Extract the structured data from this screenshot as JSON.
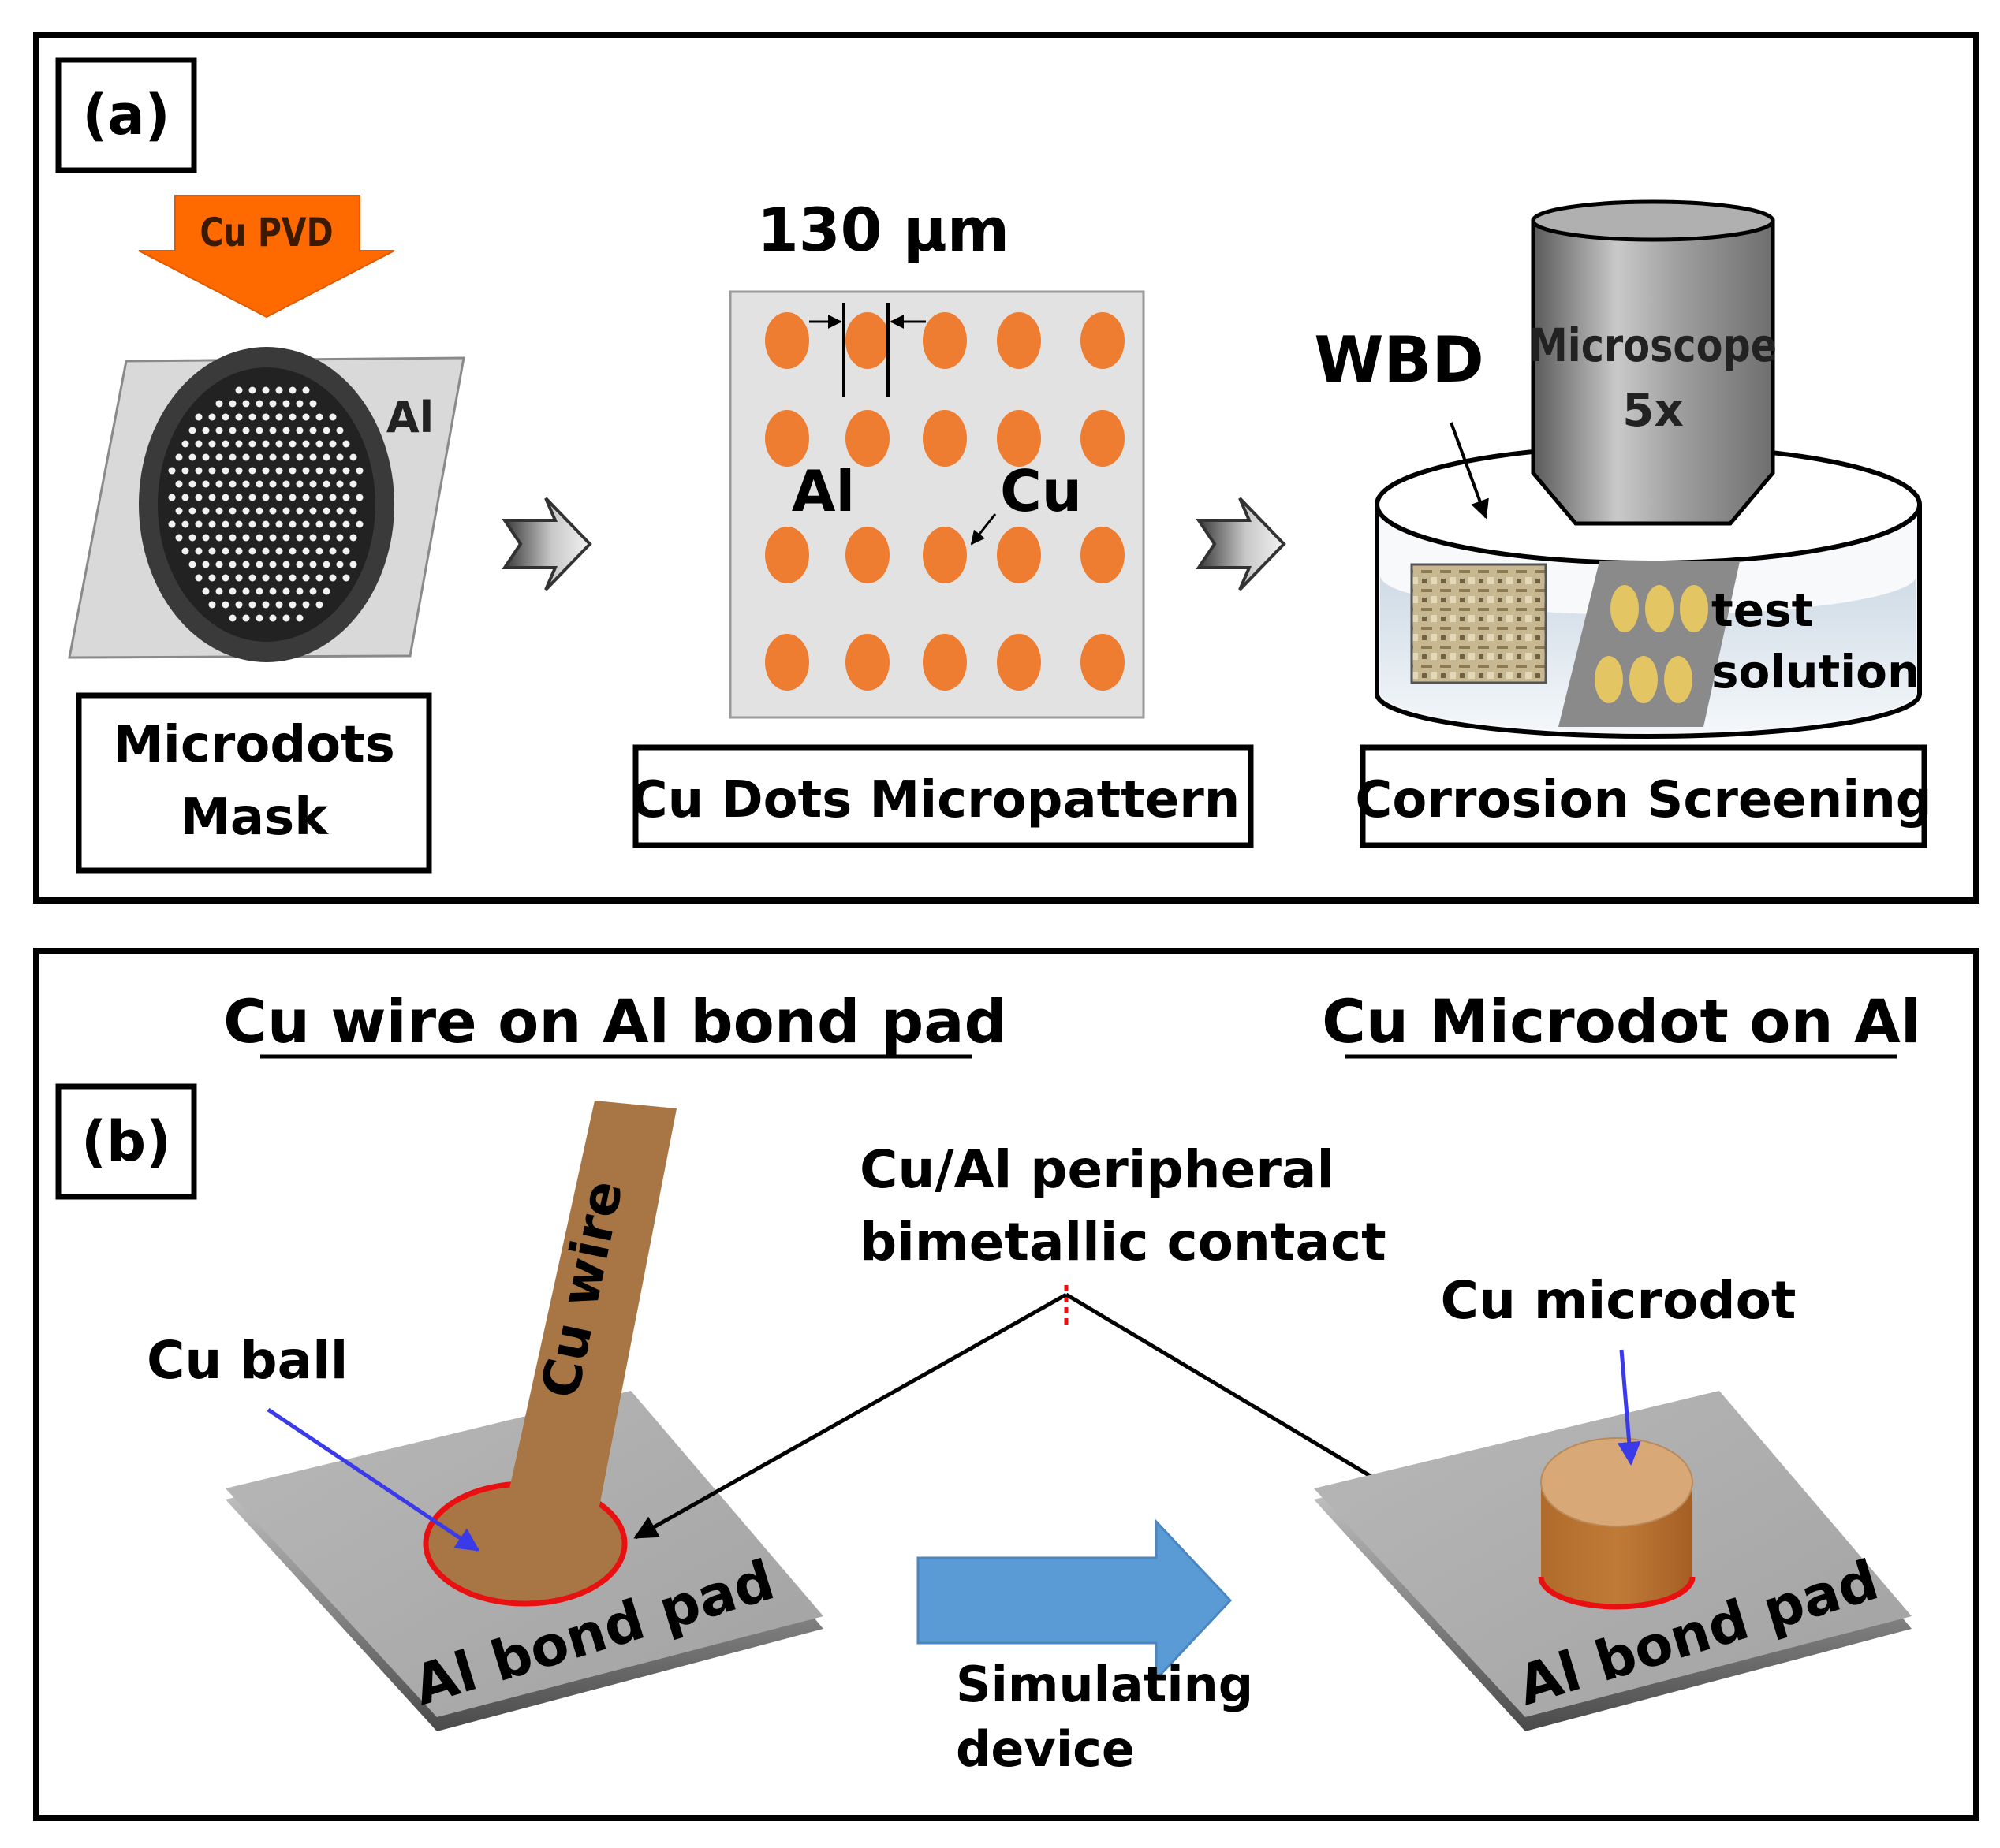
{
  "panel_a": {
    "tag": "(a)",
    "arrow_label": "Cu PVD",
    "mask_material": "Al",
    "box_mask_line1": "Microdots",
    "box_mask_line2": "Mask",
    "scale_label": "130 µm",
    "pattern_al": "Al",
    "pattern_cu": "Cu",
    "box_pattern": "Cu Dots Micropattern",
    "wbd_label": "WBD",
    "microscope_line1": "Microscope",
    "microscope_line2": "5x",
    "solution_line1": "test",
    "solution_line2": "solution",
    "box_screening": "Corrosion Screening"
  },
  "panel_b": {
    "tag": "(b)",
    "title_left": "Cu wire on Al bond pad",
    "title_right": "Cu Microdot on Al",
    "contact_line1": "Cu/Al peripheral",
    "contact_line2": "bimetallic contact",
    "cu_ball": "Cu ball",
    "cu_wire": "Cu wire",
    "pad_left": "Al bond pad",
    "pad_right": "Al bond pad",
    "cu_microdot": "Cu microdot",
    "simulating_line1": "Simulating",
    "simulating_line2": "device"
  },
  "colors": {
    "copper_orange": "#ee7d31",
    "pvd_arrow": "#ff6a00",
    "wire_brown": "#a87644",
    "contact_red": "#e81010",
    "pointer_blue": "#3a3ae8",
    "flow_arrow": "#5b9bd5",
    "simulating_text": "#1f2c6e"
  }
}
